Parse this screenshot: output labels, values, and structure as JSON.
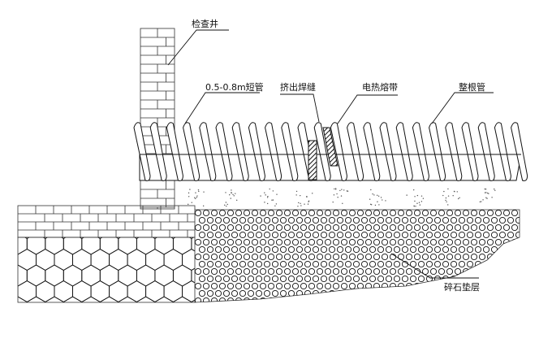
{
  "labels": {
    "manhole": "检查井",
    "short_pipe": "0.5-0.8m短管",
    "extrusion_weld": "挤出焊缝",
    "electrofusion_band": "电热熔带",
    "full_pipe": "整根管",
    "gravel_bedding": "碎石垫层"
  },
  "colors": {
    "line": "#111111",
    "background": "#ffffff"
  }
}
